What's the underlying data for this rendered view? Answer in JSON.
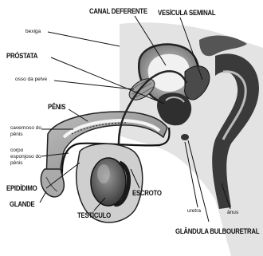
{
  "labels": {
    "canal_deferente": "CANAL DEFERENTE",
    "vesicula_seminal": "VESÍCULA SEMINAL",
    "bexiga": "bexiga",
    "prostata": "PRÓSTATA",
    "osso_da_pelve": "osso da pelve",
    "penis": "PÊNIS",
    "cavernoso_do_penis": "cavernoso do pênis",
    "corpo_esponjoso_do_penis": "corpo esponjoso do pênis",
    "epididimo": "EPIDÍDIMO",
    "glande": "GLANDE",
    "testiculo": "TESTÍCULO",
    "escroto": "ESCROTO",
    "uretra": "uretra",
    "anus": "ânus",
    "glandula_bulbouretral": "GLÂNDULA BULBOURETRAL"
  },
  "colors": {
    "ink": "#111111",
    "tissue_dark": "#3a3a3a",
    "tissue_mid": "#8a8a8a",
    "tissue_light": "#cfcfcf",
    "background": "#ffffff"
  }
}
